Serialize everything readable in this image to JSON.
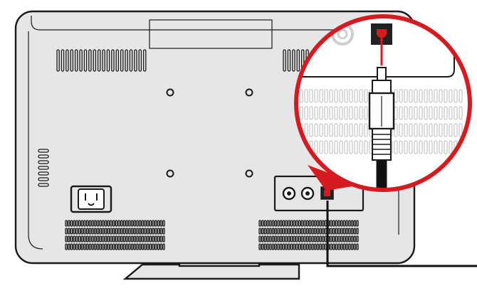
{
  "figure": {
    "subject": "tv-rear-panel-optical-connection",
    "colors": {
      "tv_body": "#e6e6e6",
      "outline": "#1a1a1a",
      "accent_red": "#d71920",
      "port_dark": "#222222",
      "magnifier_fill": "#ffffff",
      "cable_black": "#111111"
    },
    "icons": {
      "power_outlet": "outlet-icon",
      "optical_port": "optical-port-icon",
      "coax_port": "coax-port-icon",
      "magnifier": "magnifier-circle",
      "optical_plug": "toslink-plug-icon"
    },
    "panel_ports": [
      "coax",
      "coax",
      "optical"
    ]
  }
}
